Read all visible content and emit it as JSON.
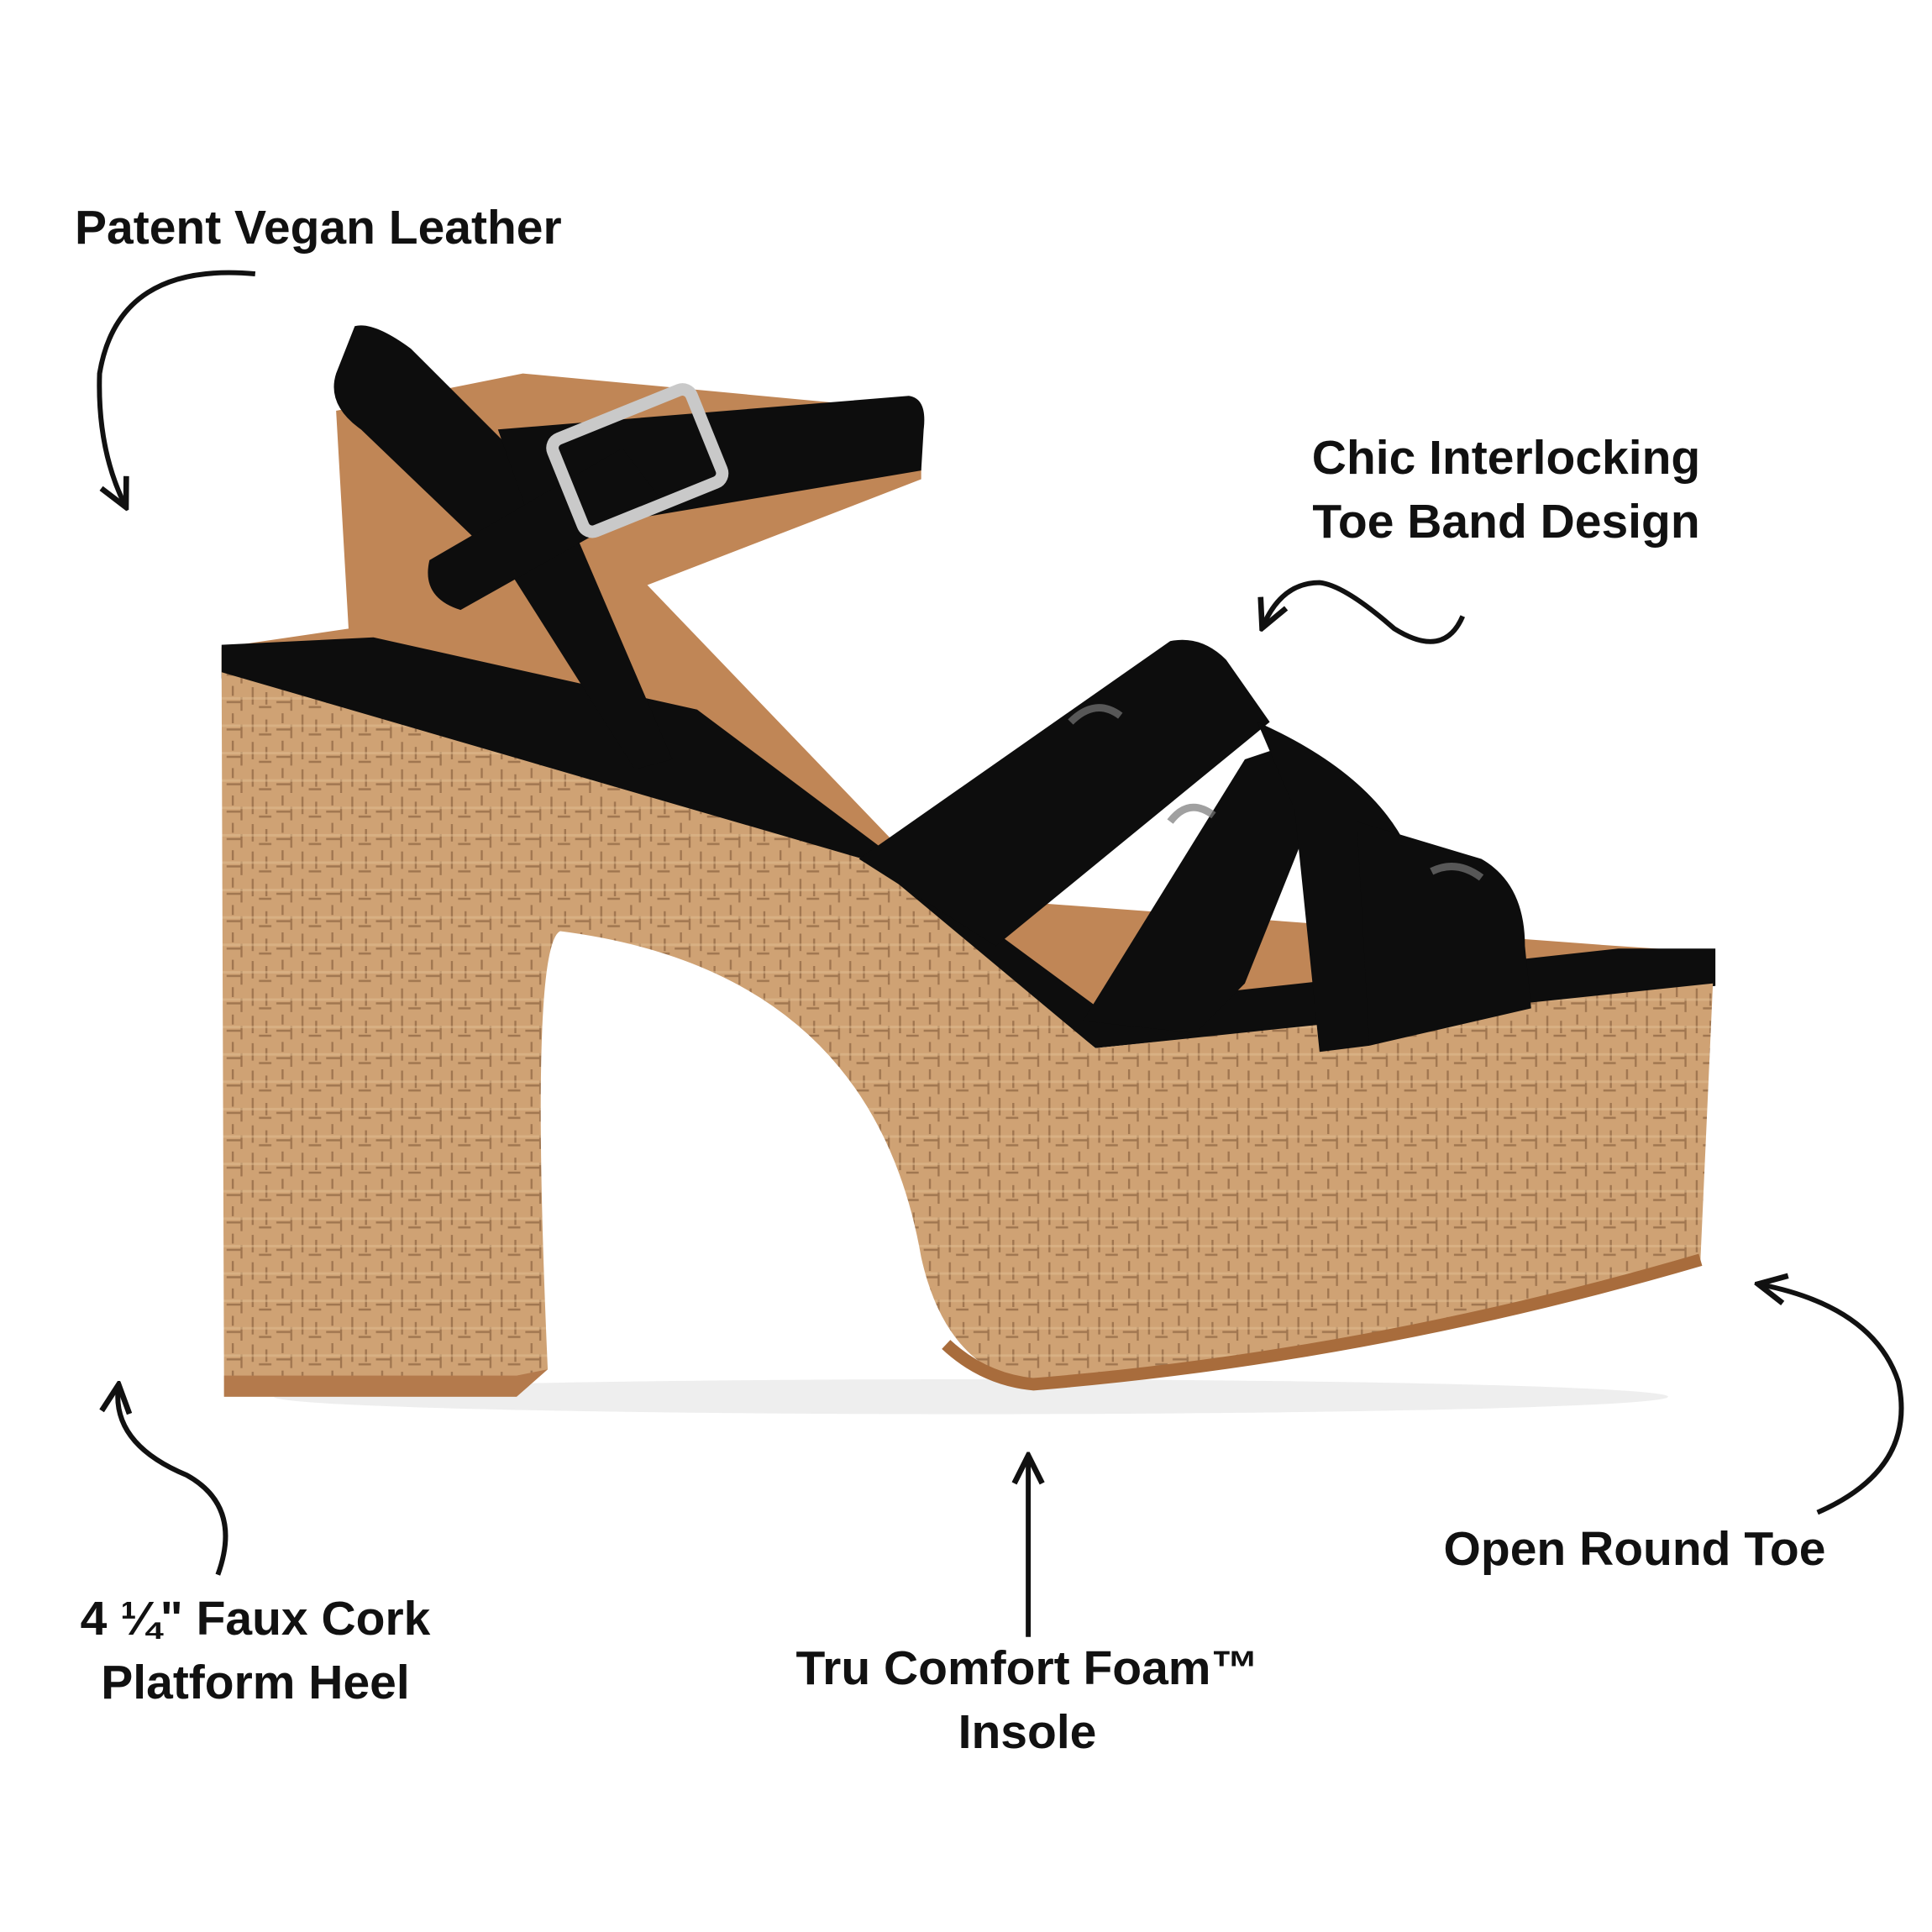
{
  "callouts": {
    "material": "Patent Vegan Leather",
    "toe_band_line1": "Chic Interlocking",
    "toe_band_line2": "Toe Band Design",
    "heel_line1": "4 ¼\" Faux Cork",
    "heel_line2": "Platform Heel",
    "insole_line1": "Tru Comfort Foam™",
    "insole_line2": "Insole",
    "toe": "Open Round Toe"
  },
  "colors": {
    "cork": "#c99a6a",
    "patent": "#0d0d0d",
    "footbed": "#b98150",
    "text": "#111111"
  }
}
